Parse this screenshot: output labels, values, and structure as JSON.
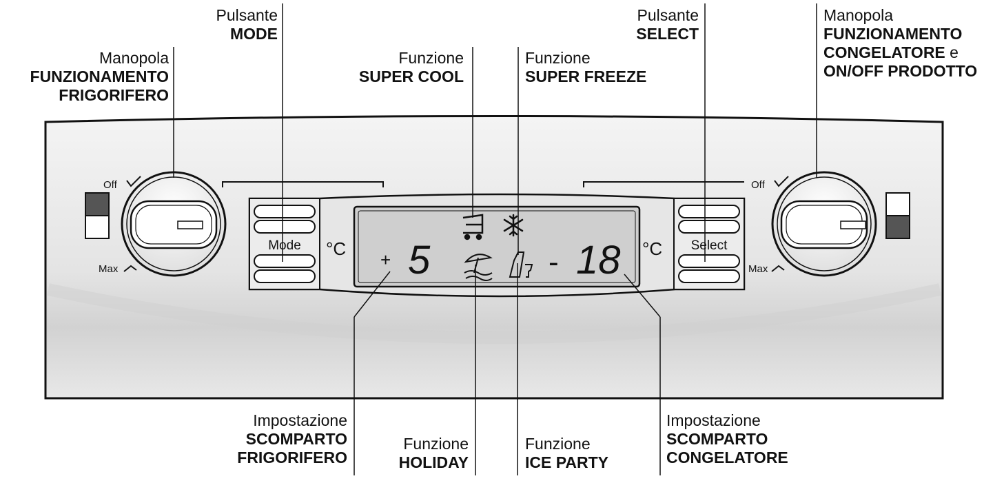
{
  "labels": {
    "fridge_knob": {
      "prefix": "Manopola",
      "line1": "FUNZIONAMENTO",
      "line2": "FRIGORIFERO"
    },
    "mode_button": {
      "prefix": "Pulsante",
      "line1": "MODE"
    },
    "super_cool": {
      "prefix": "Funzione",
      "line1": "SUPER COOL"
    },
    "super_freeze": {
      "prefix": "Funzione",
      "line1": "SUPER FREEZE"
    },
    "select_button": {
      "prefix": "Pulsante",
      "line1": "SELECT"
    },
    "freezer_knob": {
      "prefix": "Manopola",
      "line1": "FUNZIONAMENTO",
      "line2a": "CONGELATORE",
      "line2b": " e",
      "line3": "ON/OFF PRODOTTO"
    },
    "fridge_setting": {
      "prefix": "Impostazione",
      "line1": "SCOMPARTO",
      "line2": "FRIGORIFERO"
    },
    "holiday": {
      "prefix": "Funzione",
      "line1": "HOLIDAY"
    },
    "ice_party": {
      "prefix": "Funzione",
      "line1": "ICE PARTY"
    },
    "freezer_setting": {
      "prefix": "Impostazione",
      "line1": "SCOMPARTO",
      "line2": "CONGELATORE"
    }
  },
  "panel": {
    "knob_off": "Off",
    "knob_max": "Max",
    "mode_label": "Mode",
    "select_label": "Select",
    "unit": "°C",
    "fridge_sign": "+",
    "fridge_value": "5",
    "freezer_sign": "-",
    "freezer_value": "18"
  },
  "colors": {
    "panel_bg": "#ebebeb",
    "display_bg": "#cfcfcf",
    "indicator_dark": "#555555",
    "line": "#111111"
  }
}
